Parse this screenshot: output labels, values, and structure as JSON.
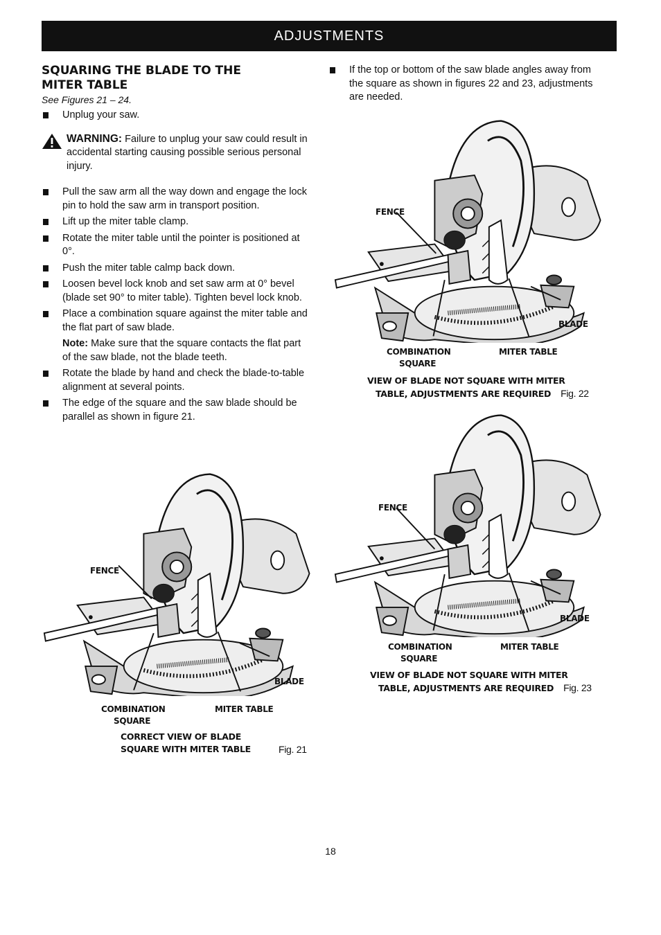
{
  "header": {
    "title": "ADJUSTMENTS"
  },
  "section": {
    "title": "SQUARING THE BLADE TO THE MITER TABLE",
    "see": "See Figures 21 – 24.",
    "first_bullet": "Unplug your saw.",
    "warning_label": "WARNING:",
    "warning_text": " Failure to unplug your saw could result in accidental starting causing possible serious personal injury.",
    "bullets": [
      "Pull the saw arm all the way down and engage the lock pin to hold the saw arm in transport position.",
      "Lift up the miter table clamp.",
      "Rotate the miter table until the pointer is positioned at 0°.",
      "Push the miter table calmp back down.",
      "Loosen bevel lock knob and set saw arm at 0° bevel (blade set 90° to miter table). Tighten bevel lock knob.",
      "Place a combination square against the miter table and the flat part of saw blade."
    ],
    "note_label": "Note:",
    "note_text": " Make sure that the square contacts the flat part of the saw blade, not the blade teeth.",
    "bullets2": [
      "Rotate the blade by hand and check the blade-to-table alignment at several points.",
      "The edge of the square and the saw blade should be parallel as shown in figure 21."
    ],
    "right_bullet": "If the top or bottom of the saw blade angles away from the square as shown in figures 22 and 23, adjustments are needed."
  },
  "fig21": {
    "fence": "FENCE",
    "blade": "BLADE",
    "combination": "COMBINATION",
    "square": "SQUARE",
    "miter": "MITER TABLE",
    "caption1": "CORRECT VIEW OF BLADE",
    "caption2": "SQUARE WITH MITER TABLE",
    "figno": "Fig. 21"
  },
  "fig22": {
    "fence": "FENCE",
    "blade": "BLADE",
    "combination": "COMBINATION",
    "square": "SQUARE",
    "miter": "MITER TABLE",
    "caption1": "VIEW OF BLADE NOT SQUARE WITH MITER",
    "caption2": "TABLE, ADJUSTMENTS ARE REQUIRED",
    "figno": "Fig. 22"
  },
  "fig23": {
    "fence": "FENCE",
    "blade": "BLADE",
    "combination": "COMBINATION",
    "square": "SQUARE",
    "miter": "MITER TABLE",
    "caption1": "VIEW OF BLADE NOT SQUARE WITH MITER",
    "caption2": "TABLE, ADJUSTMENTS ARE REQUIRED",
    "figno": "Fig. 23"
  },
  "footer": {
    "page_number": "18"
  }
}
